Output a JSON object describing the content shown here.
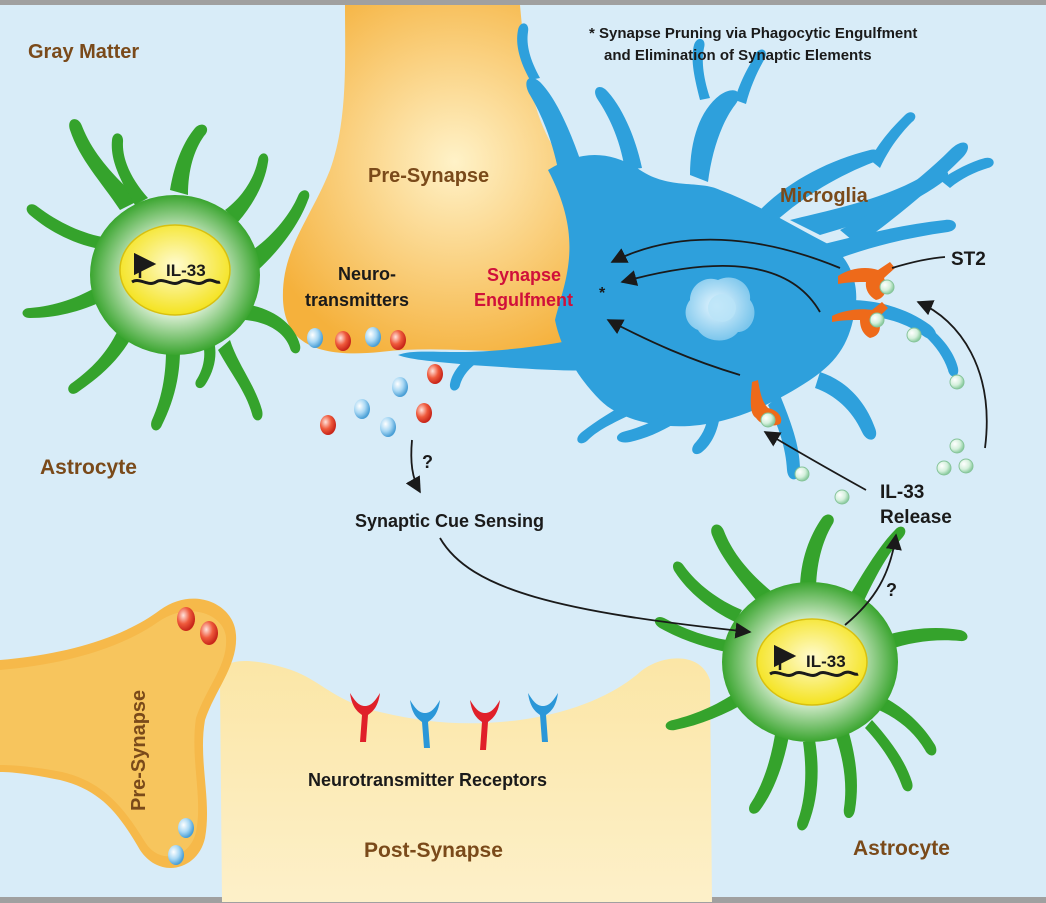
{
  "colors": {
    "background": "#d8ecf8",
    "border": "#a0a0a0",
    "label_brown": "#7a4a1a",
    "engulfment_red": "#d0103a",
    "astrocyte_green": "#35a32c",
    "microglia_blue": "#2ea0dc",
    "synapse_orange": "#f6b94a",
    "post_synapse": "#fbe3a0",
    "st2_orange": "#ee6a1a",
    "il33_nucleus": "#f7ea25"
  },
  "labels": {
    "gray_matter": "Gray Matter",
    "footnote_line1": "* Synapse Pruning via Phagocytic Engulfment",
    "footnote_line2": "and Elimination of Synaptic Elements",
    "pre_synapse_top": "Pre-Synapse",
    "microglia": "Microglia",
    "neurotransmitters_line1": "Neuro-",
    "neurotransmitters_line2": "transmitters",
    "synapse_engulfment_line1": "Synapse",
    "synapse_engulfment_line2": "Engulfment",
    "engulfment_asterisk": "*",
    "st2": "ST2",
    "astrocyte_left": "Astrocyte",
    "astrocyte_right": "Astrocyte",
    "il33_left": "IL-33",
    "il33_right": "IL-33",
    "question_mark_cue": "?",
    "question_mark_release": "?",
    "synaptic_cue_sensing": "Synaptic Cue Sensing",
    "il33_release_line1": "IL-33",
    "il33_release_line2": "Release",
    "pre_synapse_left": "Pre-Synapse",
    "neurotransmitter_receptors": "Neurotransmitter Receptors",
    "post_synapse": "Post-Synapse"
  }
}
